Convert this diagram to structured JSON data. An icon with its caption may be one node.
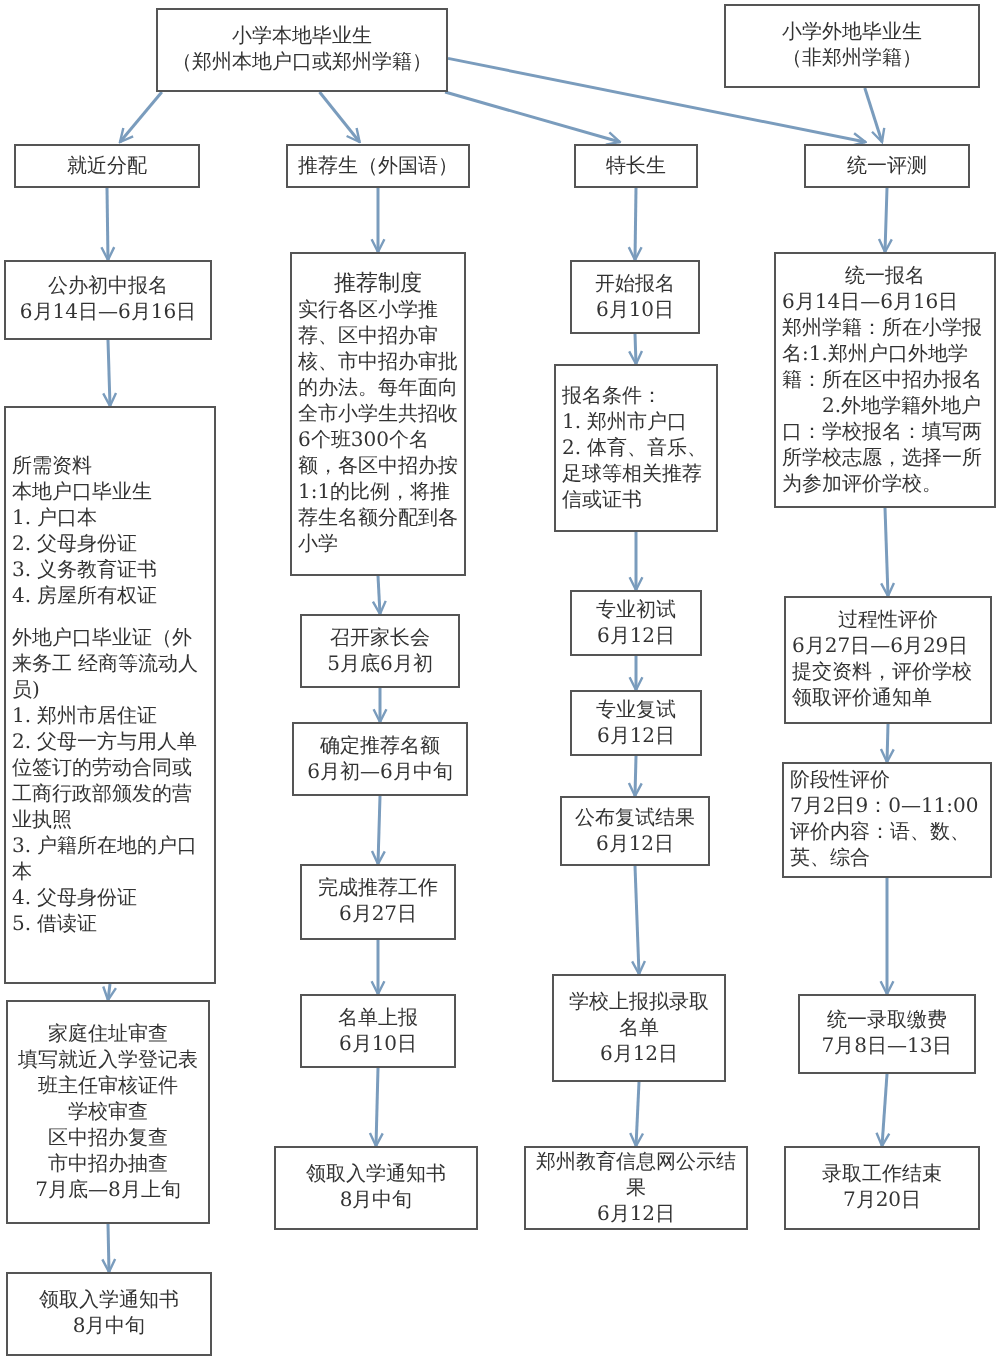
{
  "diagram": {
    "nodes": [
      {
        "text": [
          "小学本地毕业生",
          "（郑州本地户口或郑州学籍）"
        ]
      },
      {
        "text": [
          "小学外地毕业生",
          "（非郑州学籍）"
        ]
      },
      {
        "text": [
          "就近分配"
        ]
      },
      {
        "text": [
          "推荐生（外国语）"
        ]
      },
      {
        "text": [
          "特长生"
        ]
      },
      {
        "text": [
          "统一评测"
        ]
      },
      {
        "text": [
          "公办初中报名",
          "6月14日—6月16日"
        ]
      },
      {
        "text": [
          "所需资料",
          "本地户口毕业生",
          "1.  户口本",
          "2.  父母身份证",
          "3.  义务教育证书",
          "4.  房屋所有权证",
          "外地户口毕业证（外来务工 经商等流动人员)",
          "1.  郑州市居住证",
          "2.  父母一方与用人单位签订的劳动合同或工商行政部颁发的营业执照",
          "3.  户籍所在地的户口本",
          "4.  父母身份证",
          "5.  借读证"
        ]
      },
      {
        "text": [
          "推荐制度",
          "实行各区小学推荐、区中招办审核、市中招办审批的办法。每年面向全市小学生共招收6个班300个名额，各区中招办按1:1的比例，将推荐生名额分配到各小学"
        ]
      },
      {
        "text": [
          "召开家长会",
          "5月底6月初"
        ]
      },
      {
        "text": [
          "确定推荐名额",
          "6月初—6月中旬"
        ]
      },
      {
        "text": [
          "完成推荐工作",
          "6月27日"
        ]
      },
      {
        "text": [
          "名单上报",
          "6月10日"
        ]
      },
      {
        "text": [
          "领取入学通知书",
          "8月中旬"
        ]
      },
      {
        "text": [
          "家庭住址审查",
          "填写就近入学登记表",
          "班主任审核证件",
          "学校审查",
          "区中招办复查",
          "市中招办抽查",
          "7月底—8月上旬"
        ]
      },
      {
        "text": [
          "领取入学通知书",
          "8月中旬"
        ]
      },
      {
        "text": [
          "开始报名",
          "6月10日"
        ]
      },
      {
        "text": [
          "报名条件：",
          "1.  郑州市户口",
          "2.  体育、音乐、足球等相关推荐信或证书"
        ]
      },
      {
        "text": [
          "专业初试",
          "6月12日"
        ]
      },
      {
        "text": [
          "专业复试",
          "6月12日"
        ]
      },
      {
        "text": [
          "公布复试结果",
          "6月12日"
        ]
      },
      {
        "text": [
          "学校上报拟录取名单",
          "6月12日"
        ]
      },
      {
        "text": [
          "郑州教育信息网公示结果",
          "6月12日"
        ]
      },
      {
        "text": [
          "统一报名",
          "6月14日—6月16日",
          "郑州学籍：所在小学报名:1.郑州户口外地学籍：所在区中招办报名",
          "2.外地学籍外地户口：学校报名：填写两所学校志愿，选择一所为参加评价学校。"
        ]
      },
      {
        "text": [
          "过程性评价",
          "6月27日—6月29日",
          "提交资料，评价学校领取评价通知单"
        ]
      },
      {
        "text": [
          "阶段性评价",
          "7月2日9：0—11:00",
          "评价内容：语、数、英、综合"
        ]
      },
      {
        "text": [
          "统一录取缴费",
          "7月8日—13日"
        ]
      },
      {
        "text": [
          "录取工作结束",
          "7月20日"
        ]
      }
    ],
    "edges": [
      {
        "from": 0,
        "to": 2,
        "arrow": "to"
      },
      {
        "from": 0,
        "to": 3,
        "arrow": "to"
      },
      {
        "from": 0,
        "to": 4,
        "arrow": "to"
      },
      {
        "from": 0,
        "to": 5,
        "arrow": "to"
      },
      {
        "from": 1,
        "to": 5,
        "arrow": "to"
      },
      {
        "from": 2,
        "to": 6,
        "arrow": "to"
      },
      {
        "from": 6,
        "to": 7,
        "arrow": "to"
      },
      {
        "from": 7,
        "to": 14,
        "arrow": "to"
      },
      {
        "from": 14,
        "to": 15,
        "arrow": "to"
      },
      {
        "from": 3,
        "to": 8,
        "arrow": "to"
      },
      {
        "from": 8,
        "to": 9,
        "arrow": "to"
      },
      {
        "from": 9,
        "to": 10,
        "arrow": "to"
      },
      {
        "from": 10,
        "to": 11,
        "arrow": "to"
      },
      {
        "from": 11,
        "to": 12,
        "arrow": "to"
      },
      {
        "from": 12,
        "to": 13,
        "arrow": "to"
      },
      {
        "from": 4,
        "to": 16,
        "arrow": "to"
      },
      {
        "from": 16,
        "to": 17,
        "arrow": "to"
      },
      {
        "from": 17,
        "to": 18,
        "arrow": "to"
      },
      {
        "from": 18,
        "to": 19,
        "arrow": "to"
      },
      {
        "from": 19,
        "to": 20,
        "arrow": "to"
      },
      {
        "from": 20,
        "to": 21,
        "arrow": "to"
      },
      {
        "from": 21,
        "to": 22,
        "arrow": "to"
      },
      {
        "from": 5,
        "to": 23,
        "arrow": "to"
      },
      {
        "from": 23,
        "to": 24,
        "arrow": "to"
      },
      {
        "from": 24,
        "to": 25,
        "arrow": "to"
      },
      {
        "from": 25,
        "to": 26,
        "arrow": "to"
      },
      {
        "from": 26,
        "to": 27,
        "arrow": "to"
      }
    ]
  }
}
